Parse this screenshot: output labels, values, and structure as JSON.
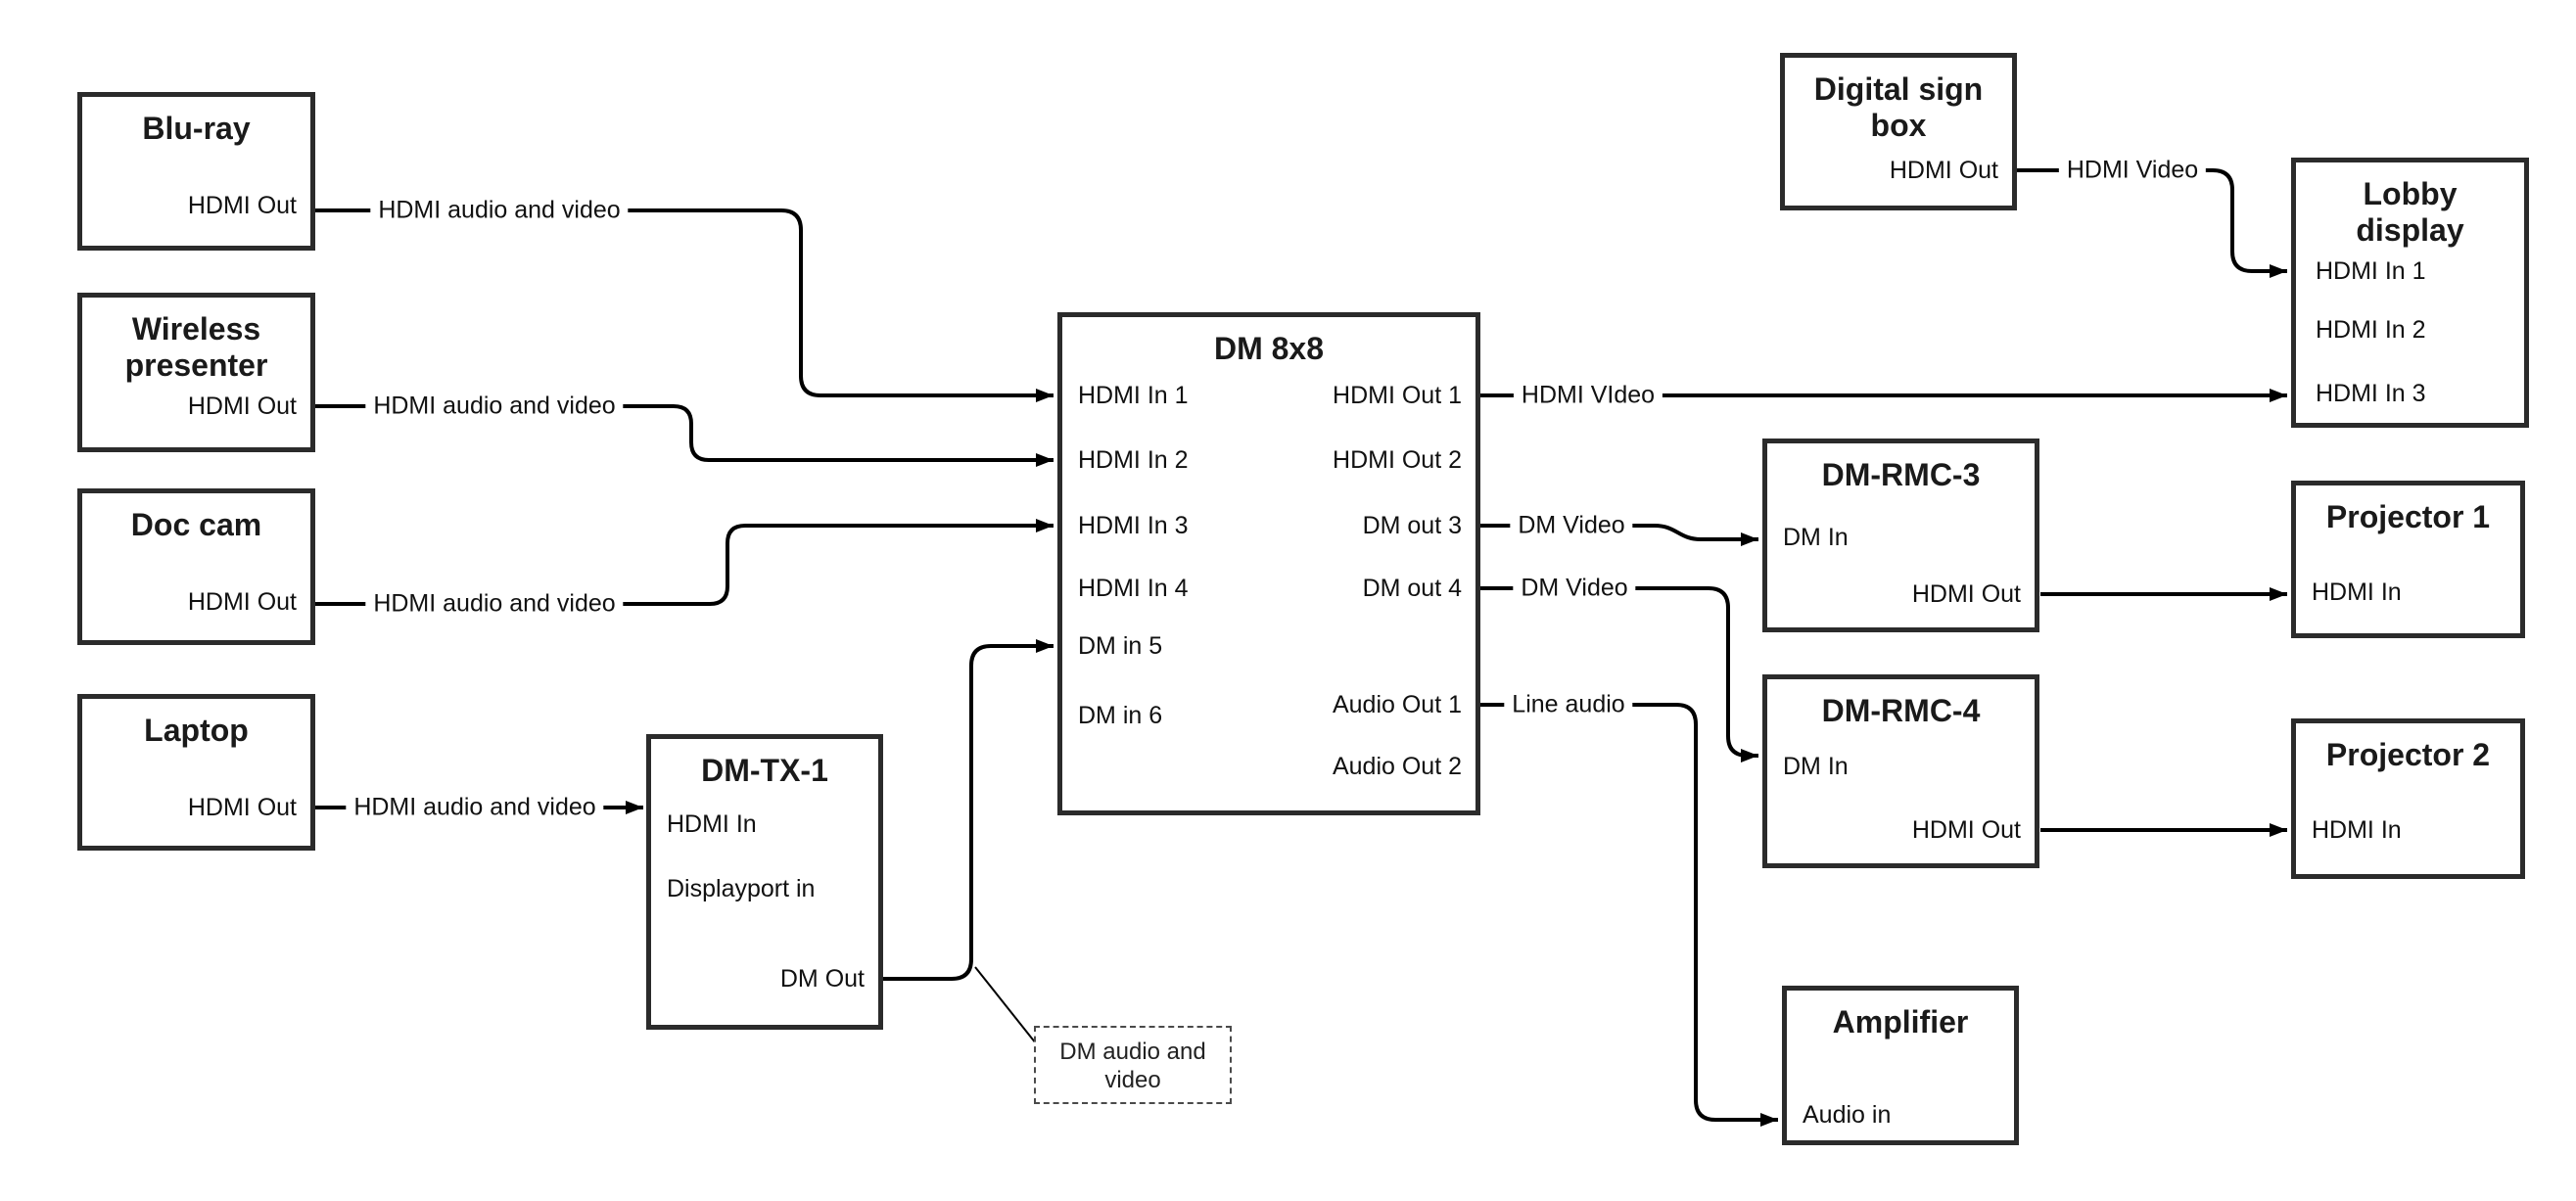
{
  "colors": {
    "box_border": "#2b2b2b",
    "line": "#000000",
    "background": "#ffffff"
  },
  "nodes": {
    "bluray": {
      "title": "Blu-ray",
      "ports": {
        "out": "HDMI Out"
      }
    },
    "wireless": {
      "title": "Wireless presenter",
      "ports": {
        "out": "HDMI Out"
      }
    },
    "doccam": {
      "title": "Doc cam",
      "ports": {
        "out": "HDMI Out"
      }
    },
    "laptop": {
      "title": "Laptop",
      "ports": {
        "out": "HDMI Out"
      }
    },
    "dmtx1": {
      "title": "DM-TX-1",
      "ports": {
        "hdmi_in": "HDMI In",
        "dp_in": "Displayport in",
        "dm_out": "DM Out"
      }
    },
    "dm8x8": {
      "title": "DM 8x8",
      "left_ports": [
        "HDMI In 1",
        "HDMI In 2",
        "HDMI In 3",
        "HDMI In 4",
        "DM in 5",
        "DM in 6"
      ],
      "right_ports": [
        "HDMI Out 1",
        "HDMI Out 2",
        "DM out 3",
        "DM out 4",
        "Audio Out 1",
        "Audio Out 2"
      ]
    },
    "signbox": {
      "title": "Digital sign box",
      "ports": {
        "out": "HDMI Out"
      }
    },
    "lobby": {
      "title": "Lobby display",
      "ports": {
        "in1": "HDMI In 1",
        "in2": "HDMI In 2",
        "in3": "HDMI In 3"
      }
    },
    "rmc3": {
      "title": "DM-RMC-3",
      "ports": {
        "in": "DM In",
        "out": "HDMI Out"
      }
    },
    "proj1": {
      "title": "Projector 1",
      "ports": {
        "in": "HDMI In"
      }
    },
    "rmc4": {
      "title": "DM-RMC-4",
      "ports": {
        "in": "DM In",
        "out": "HDMI Out"
      }
    },
    "proj2": {
      "title": "Projector 2",
      "ports": {
        "in": "HDMI In"
      }
    },
    "amp": {
      "title": "Amplifier",
      "ports": {
        "in": "Audio in"
      }
    }
  },
  "edges": [
    {
      "from": "Blu-ray HDMI Out",
      "to": "DM 8x8 HDMI In 1",
      "label": "HDMI audio and video"
    },
    {
      "from": "Wireless presenter HDMI Out",
      "to": "DM 8x8 HDMI In 2",
      "label": "HDMI audio and video"
    },
    {
      "from": "Doc cam HDMI Out",
      "to": "DM 8x8 HDMI In 3",
      "label": "HDMI audio and video"
    },
    {
      "from": "Laptop HDMI Out",
      "to": "DM-TX-1 HDMI In",
      "label": "HDMI audio and video"
    },
    {
      "from": "DM-TX-1 DM Out",
      "to": "DM 8x8 DM in 5",
      "label": ""
    },
    {
      "from": "DM 8x8 HDMI Out 1",
      "to": "Lobby display HDMI In 3",
      "label": "HDMI VIdeo"
    },
    {
      "from": "DM 8x8 DM out 3",
      "to": "DM-RMC-3 DM In",
      "label": "DM Video"
    },
    {
      "from": "DM 8x8 DM out 4",
      "to": "DM-RMC-4 DM In",
      "label": "DM Video"
    },
    {
      "from": "DM 8x8 Audio Out 1",
      "to": "Amplifier Audio in",
      "label": "Line audio"
    },
    {
      "from": "Digital sign box HDMI Out",
      "to": "Lobby display HDMI In 1",
      "label": "HDMI Video"
    },
    {
      "from": "DM-RMC-3 HDMI Out",
      "to": "Projector 1 HDMI In",
      "label": ""
    },
    {
      "from": "DM-RMC-4 HDMI Out",
      "to": "Projector 2 HDMI In",
      "label": ""
    }
  ],
  "note": {
    "text": "DM audio and video"
  }
}
